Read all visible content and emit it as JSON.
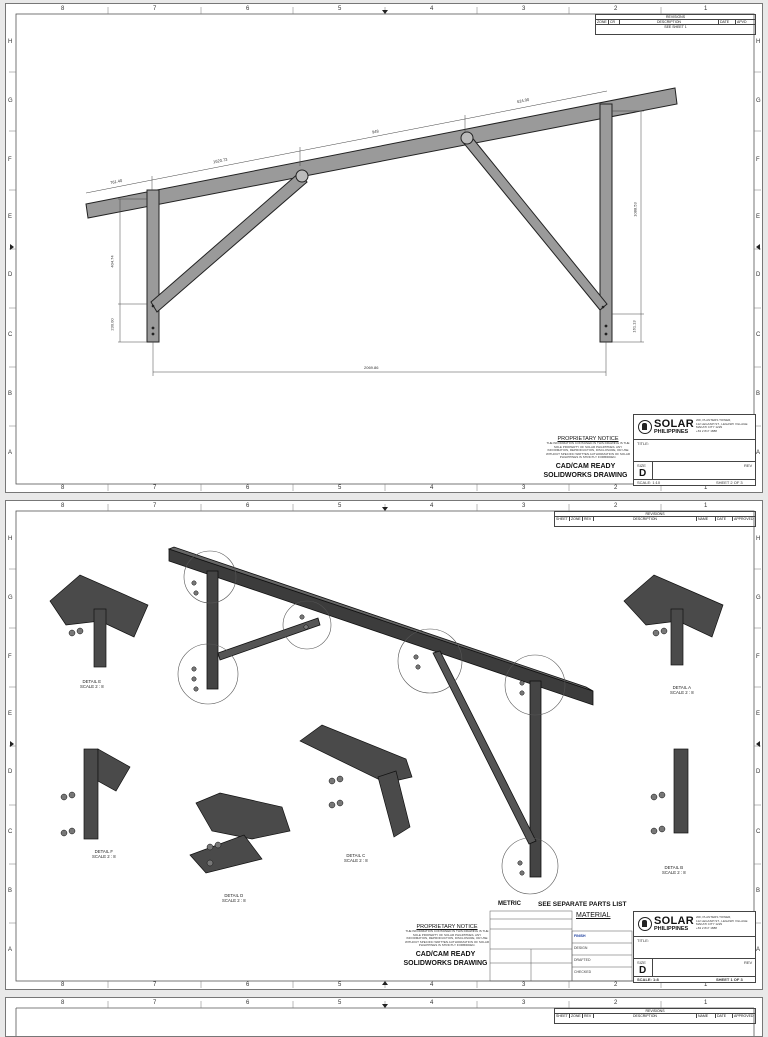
{
  "zones": {
    "cols": [
      "8",
      "7",
      "6",
      "5",
      "4",
      "3",
      "2",
      "1"
    ],
    "rows": [
      "H",
      "G",
      "F",
      "E",
      "D",
      "C",
      "B",
      "A"
    ]
  },
  "revisions": {
    "title": "REVISIONS",
    "sheet1_cols": [
      "ZONE",
      "CR",
      "DESCRIPTION",
      "DATE",
      "APVD"
    ],
    "sheet1_row": "SEE SHEET 1",
    "sheet2_cols": [
      "SHEET",
      "ZONE",
      "REV",
      "DESCRIPTION",
      "NAME",
      "DATE",
      "APPROVED"
    ]
  },
  "company": {
    "name_line1": "SOLAR",
    "name_line2": "PHILIPPINES",
    "address": [
      "20F, PLANTERS TOWER,",
      "112 LEGASPI ST., LEGASPI VILLAGE",
      "MAKATI CITY 1229",
      "+63 2 817 1888"
    ]
  },
  "title_block": {
    "title_label": "TITLE:",
    "size_label": "SIZE",
    "size_value": "D",
    "rev_label": "REV",
    "scale_sheet1": "SCALE: 1:10",
    "sheet_sheet1": "SHEET 2 OF 3",
    "scale_sheet2": "SCALE: 1:8",
    "sheet_sheet2": "SHEET 1 OF 3",
    "left_labels": [
      "FINISH",
      "DESIGN",
      "DRAFTED",
      "CHECKED"
    ]
  },
  "notice": {
    "heading": "PROPRIETARY NOTICE",
    "body": [
      "THE INFORMATION CONTAINED IN THIS DRAWING IS THE SOLE PROPERTY OF SOLAR PHILIPPINES. ANY",
      "INFORMATION, REPRODUCTION, DISCLOSURE, OR USE",
      "WITHOUT SPECIFIC WRITTEN AUTHORIZATION OF SOLAR",
      "PHILIPPINES IS STRICTLY FORBIDDEN."
    ]
  },
  "cad_note": {
    "line1": "CAD/CAM READY",
    "line2": "SOLIDWORKS DRAWING"
  },
  "dimensions": [
    "761.40",
    "1620.73",
    "948",
    "624.90",
    "404.74",
    "230.00",
    "1088.53",
    "161.13",
    "2069.86"
  ],
  "details": [
    {
      "name": "DETAIL E",
      "scale": "SCALE 2 : 8"
    },
    {
      "name": "DETAIL A",
      "scale": "SCALE 2 : 8"
    },
    {
      "name": "DETAIL F",
      "scale": "SCALE 2 : 8"
    },
    {
      "name": "DETAIL C",
      "scale": "SCALE 2 : 8"
    },
    {
      "name": "DETAIL D",
      "scale": "SCALE 2 : 8"
    },
    {
      "name": "DETAIL B",
      "scale": "SCALE 2 : 8"
    }
  ],
  "sheet2_notes": {
    "metric": "METRIC",
    "parts": "SEE SEPARATE PARTS LIST",
    "material": "MATERIAL"
  }
}
